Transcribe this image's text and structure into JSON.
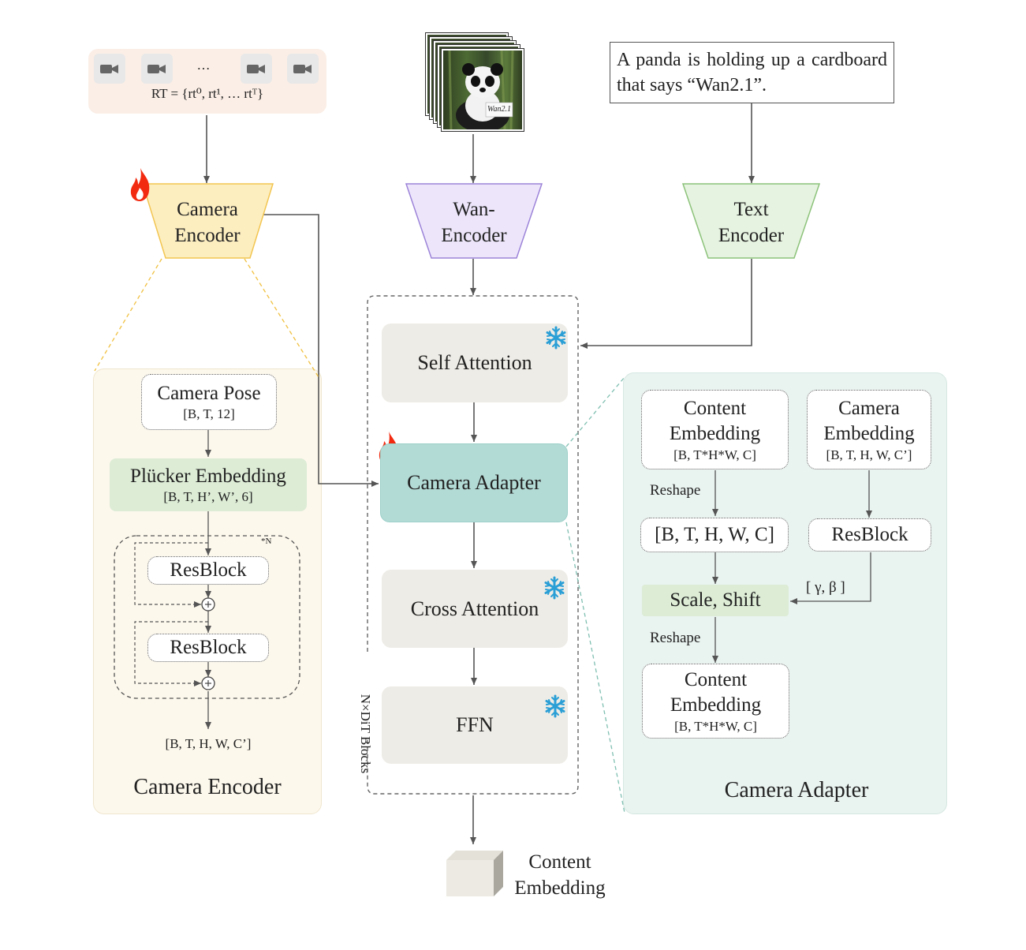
{
  "camera_input": {
    "ellipsis": "…",
    "formula": "RT = {rt⁰, rt¹, … rtᵀ}",
    "icons": [
      "camera-icon",
      "camera-icon",
      "camera-icon",
      "camera-icon"
    ]
  },
  "image_input": {
    "sign_text": "Wan2.1"
  },
  "text_prompt": "A panda is holding up a cardboard that says “Wan2.1”.",
  "encoders": {
    "camera_label": "Camera\nEncoder",
    "wan_label": "Wan-\nEncoder",
    "text_label": "Text\nEncoder"
  },
  "camera_encoder_panel": {
    "title": "Camera Encoder",
    "pose_title": "Camera Pose",
    "pose_shape": "[B, T, 12]",
    "plucker_title": "Plücker Embedding",
    "plucker_shape": "[B, T, H’, W’, 6]",
    "repeat": "*N",
    "resblock1": "ResBlock",
    "resblock2": "ResBlock",
    "output_shape": "[B, T, H, W, C’]"
  },
  "dit": {
    "self_attention": "Self Attention",
    "camera_adapter": "Camera Adapter",
    "cross_attention": "Cross Attention",
    "ffn": "FFN",
    "side_label": "N×DiT Blocks"
  },
  "output": {
    "label": "Content\nEmbedding"
  },
  "camera_adapter_panel": {
    "title": "Camera Adapter",
    "content_title": "Content\nEmbedding",
    "content_shape": "[B, T*H*W, C]",
    "camera_title": "Camera\nEmbedding",
    "camera_shape": "[B, T, H, W, C’]",
    "reshape1": "Reshape",
    "bthwc": "[B, T, H, W, C]",
    "resblock": "ResBlock",
    "gamma_beta": "[ γ, β ]",
    "scale_shift": "Scale, Shift",
    "reshape2": "Reshape",
    "out_title": "Content\nEmbedding",
    "out_shape": "[B, T*H*W, C]"
  },
  "colors": {
    "camera_panel": "#fdf8ec",
    "adapter_panel": "#e9f3f0",
    "camera_input_bg": "#fbeee6",
    "camera_encoder_fill": "#fdeec0",
    "wan_encoder_fill": "#ede6fb",
    "text_encoder_fill": "#e6f3e0",
    "block_gray": "#eeece6",
    "adapter_teal": "#b3dbd6",
    "green_box": "#dcecd5",
    "snow": "#2a9fd6",
    "flame": "#f22a10"
  }
}
